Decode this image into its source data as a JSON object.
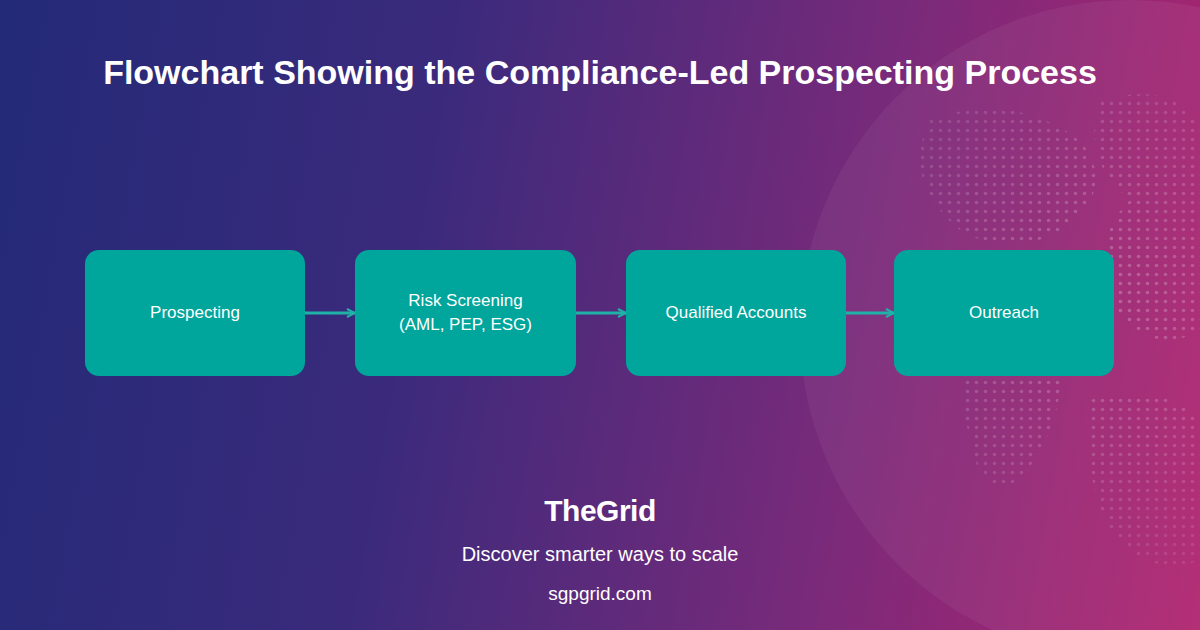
{
  "diagram": {
    "title": "Flowchart Showing the Compliance-Led Prospecting Process",
    "nodes": [
      {
        "text": [
          "Prospecting"
        ]
      },
      {
        "text": [
          "Risk Screening (AML, PEP, ESG)"
        ]
      },
      {
        "text": [
          "Qualified Accounts"
        ]
      },
      {
        "text": [
          "Outreach"
        ]
      }
    ],
    "edges": [
      {
        "from": 0,
        "to": 1,
        "arrow": "to"
      },
      {
        "from": 1,
        "to": 2,
        "arrow": "to"
      },
      {
        "from": 2,
        "to": 3,
        "arrow": "to"
      }
    ],
    "labels": [
      "TheGrid",
      "Discover smarter ways to scale",
      "sgpgrid.com"
    ]
  }
}
